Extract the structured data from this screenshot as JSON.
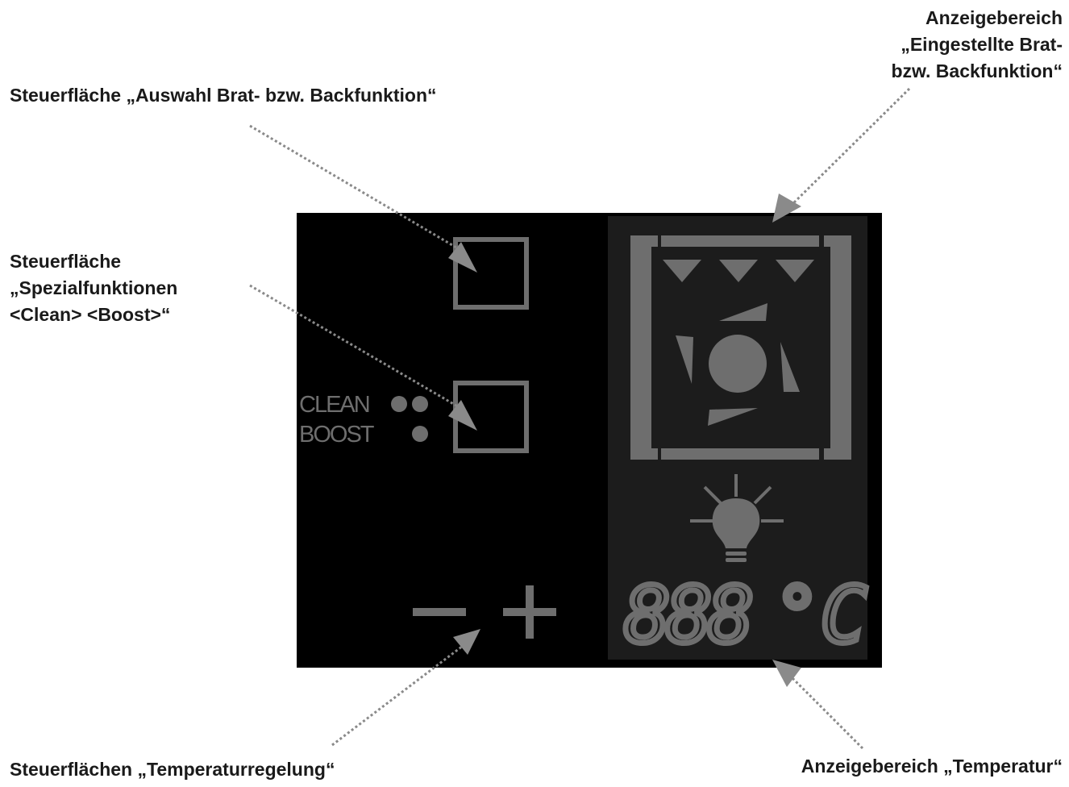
{
  "labels": {
    "auswahl": "Steuerfläche „Auswahl Brat- bzw. Backfunktion“",
    "spezial": [
      "Steuerfläche",
      "„Spezialfunktionen",
      "<Clean> <Boost>“"
    ],
    "anzeige_funktion": [
      "Anzeigebereich",
      "„Eingestellte Brat-",
      "bzw. Backfunktion“"
    ],
    "temperaturregelung": "Steuerflächen „Temperaturregelung“",
    "anzeige_temperatur": "Anzeigebereich „Temperatur“"
  },
  "panel": {
    "clean_label": "CLEAN",
    "boost_label": "BOOST",
    "temperature_digits": "888",
    "temperature_unit": "°C"
  },
  "colors": {
    "panel_background": "#000000",
    "display_background": "#1c1c1c",
    "symbol_gray": "#6e6e6e",
    "arrow_gray": "#8a8a8a",
    "label_text": "#1a1a1a"
  },
  "icons": [
    "oven-function-icon",
    "fan-icon",
    "lamp-icon",
    "seven-segment-display"
  ]
}
